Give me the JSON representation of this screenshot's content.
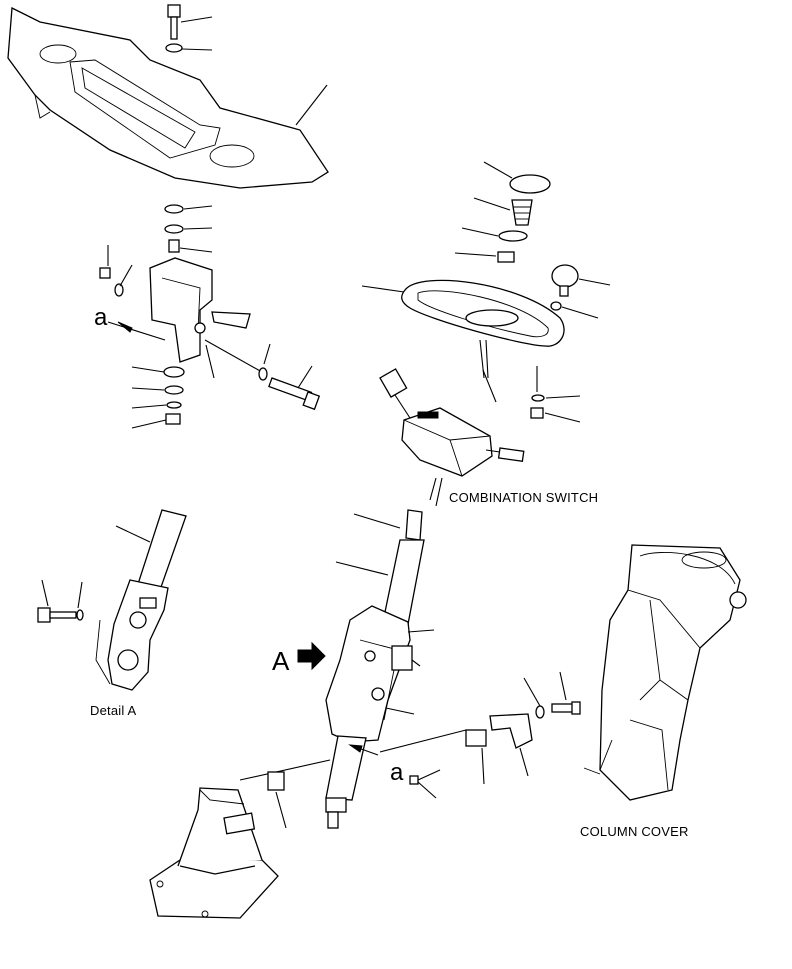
{
  "captions": {
    "combination_switch": "COMBINATION SWITCH",
    "column_cover": "COLUMN COVER",
    "detail_a": "Detail A",
    "view_a": "A",
    "ref_a1": "a",
    "ref_a2": "a"
  }
}
